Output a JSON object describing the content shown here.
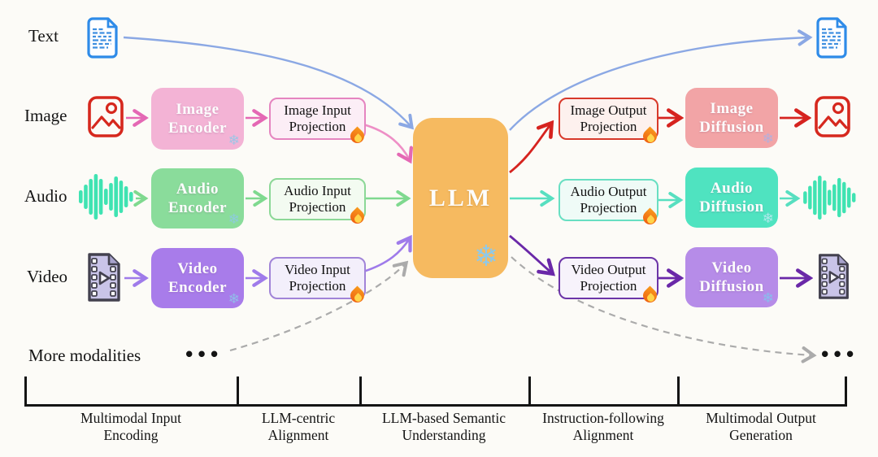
{
  "rows": {
    "text": {
      "label": "Text"
    },
    "image": {
      "label": "Image",
      "encoder": "Image\nEncoder",
      "input_projection": "Image Input\nProjection",
      "output_projection": "Image Output\nProjection",
      "diffusion": "Image\nDiffusion"
    },
    "audio": {
      "label": "Audio",
      "encoder": "Audio\nEncoder",
      "input_projection": "Audio Input\nProjection",
      "output_projection": "Audio Output\nProjection",
      "diffusion": "Audio\nDiffusion"
    },
    "video": {
      "label": "Video",
      "encoder": "Video\nEncoder",
      "input_projection": "Video Input\nProjection",
      "output_projection": "Video Output\nProjection",
      "diffusion": "Video\nDiffusion"
    },
    "more": {
      "label": "More modalities",
      "dots_left": "•••",
      "dots_right": "•••"
    }
  },
  "llm": {
    "label": "LLM"
  },
  "badges": {
    "frozen_glyph": "❄",
    "trainable_glyph": "🔥",
    "frozen_meaning": "frozen",
    "trainable_meaning": "trainable"
  },
  "stages": [
    {
      "label": "Multimodal Input\nEncoding"
    },
    {
      "label": "LLM-centric\nAlignment"
    },
    {
      "label": "LLM-based Semantic\nUnderstanding"
    },
    {
      "label": "Instruction-following\nAlignment"
    },
    {
      "label": "Multimodal Output\nGeneration"
    }
  ],
  "colors": {
    "background": "#FCFBF7",
    "text_blue": "#2E8BE8",
    "image_red": "#D6281E",
    "audio_teal": "#3FE3B2",
    "video_icon_gray": "#43414F",
    "encoder_image_pink": "#F3B3D5",
    "encoder_audio_green": "#8ADC9B",
    "encoder_video_purple": "#A87CEA",
    "llm_orange": "#F6BA60",
    "diffusion_image_salmon": "#F2A4A6",
    "diffusion_audio_teal": "#4FE3C0",
    "diffusion_video_purple": "#B68CE8",
    "arrow_pink": "#E468B4",
    "arrow_green": "#7FD98F",
    "arrow_teal": "#57DFC0",
    "arrow_light_purple": "#9F7BEA",
    "arrow_dark_purple": "#6A28A8",
    "arrow_red": "#D6231F",
    "arrow_blue": "#8BA8E4",
    "arrow_dashed_gray": "#ABABAB",
    "snowflake_blue": "#8EC9E9"
  }
}
